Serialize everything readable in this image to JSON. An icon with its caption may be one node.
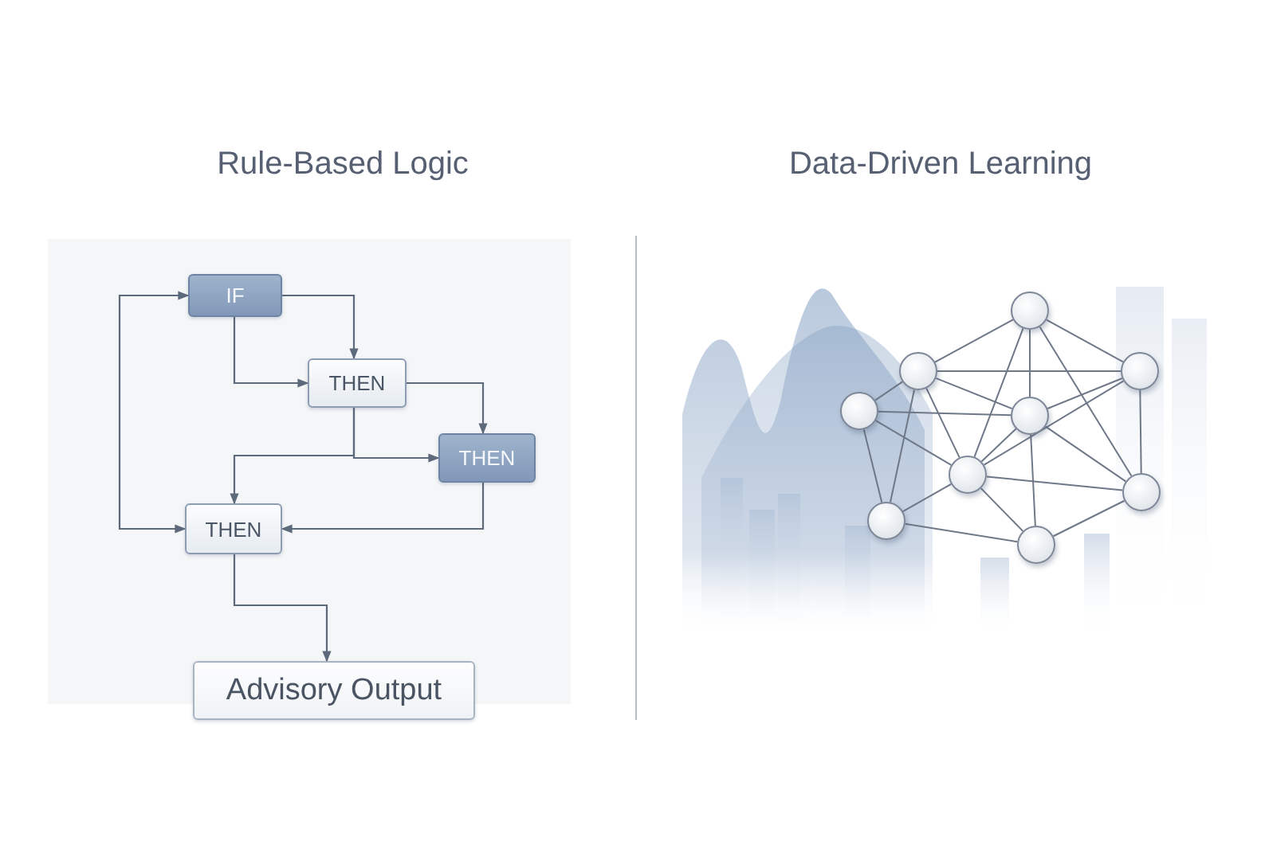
{
  "diagram": {
    "nodes": [
      {
        "text": [
          "IF"
        ]
      },
      {
        "text": [
          "THEN"
        ]
      },
      {
        "text": [
          "THEN"
        ]
      },
      {
        "text": [
          "THEN"
        ]
      },
      {
        "text": [
          "Advisory Output"
        ]
      },
      {
        "text": [],
        "shape": "circle"
      },
      {
        "text": [],
        "shape": "circle"
      },
      {
        "text": [],
        "shape": "circle"
      },
      {
        "text": [],
        "shape": "circle"
      },
      {
        "text": [],
        "shape": "circle"
      },
      {
        "text": [],
        "shape": "circle"
      },
      {
        "text": [],
        "shape": "circle"
      },
      {
        "text": [],
        "shape": "circle"
      },
      {
        "text": [],
        "shape": "circle"
      }
    ],
    "edges": [
      {
        "from": 0,
        "to": 1,
        "arrow": "to"
      },
      {
        "from": 0,
        "to": 1,
        "arrow": "to"
      },
      {
        "from": 1,
        "to": 2,
        "arrow": "to"
      },
      {
        "from": 1,
        "to": 2,
        "arrow": "to"
      },
      {
        "from": 1,
        "to": 3,
        "arrow": "to"
      },
      {
        "from": 2,
        "to": 3,
        "arrow": "to"
      },
      {
        "from": 3,
        "to": 0,
        "arrow": "both"
      },
      {
        "from": 3,
        "to": 4,
        "arrow": "to"
      },
      {
        "from": 6,
        "to": 5,
        "arrow": "none"
      },
      {
        "from": 5,
        "to": 7,
        "arrow": "none"
      },
      {
        "from": 5,
        "to": 10,
        "arrow": "none"
      },
      {
        "from": 5,
        "to": 11,
        "arrow": "none"
      },
      {
        "from": 6,
        "to": 7,
        "arrow": "none"
      },
      {
        "from": 6,
        "to": 9,
        "arrow": "none"
      },
      {
        "from": 6,
        "to": 8,
        "arrow": "none"
      },
      {
        "from": 6,
        "to": 12,
        "arrow": "none"
      },
      {
        "from": 6,
        "to": 10,
        "arrow": "none"
      },
      {
        "from": 8,
        "to": 9,
        "arrow": "none"
      },
      {
        "from": 8,
        "to": 10,
        "arrow": "none"
      },
      {
        "from": 8,
        "to": 12,
        "arrow": "none"
      },
      {
        "from": 9,
        "to": 7,
        "arrow": "none"
      },
      {
        "from": 9,
        "to": 10,
        "arrow": "none"
      },
      {
        "from": 5,
        "to": 9,
        "arrow": "none"
      },
      {
        "from": 9,
        "to": 11,
        "arrow": "none"
      },
      {
        "from": 9,
        "to": 13,
        "arrow": "none"
      },
      {
        "from": 7,
        "to": 11,
        "arrow": "none"
      },
      {
        "from": 7,
        "to": 10,
        "arrow": "none"
      },
      {
        "from": 10,
        "to": 11,
        "arrow": "none"
      },
      {
        "from": 10,
        "to": 12,
        "arrow": "none"
      },
      {
        "from": 10,
        "to": 13,
        "arrow": "none"
      },
      {
        "from": 12,
        "to": 13,
        "arrow": "none"
      },
      {
        "from": 11,
        "to": 13,
        "arrow": "none"
      }
    ],
    "labels": [
      "Rule-Based Logic",
      "Data-Driven Learning"
    ]
  }
}
